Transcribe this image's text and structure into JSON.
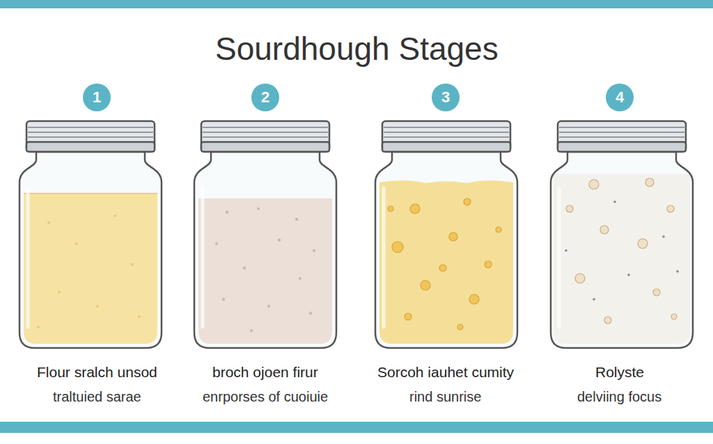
{
  "diagram": {
    "title": "Sourdhough Stages",
    "nodes": [
      {
        "text": [
          "1"
        ]
      },
      {
        "text": [
          "2"
        ]
      },
      {
        "text": [
          "3"
        ]
      },
      {
        "text": [
          "4"
        ]
      }
    ],
    "labels": [
      "Flour sralch unsod",
      "traltuied sarae",
      "broch ojoen firur",
      "enrporses of cuoiuie",
      "Sorcoh iauhet cumity",
      "rind sunrise",
      "Rolyste",
      "delviing focus"
    ]
  }
}
